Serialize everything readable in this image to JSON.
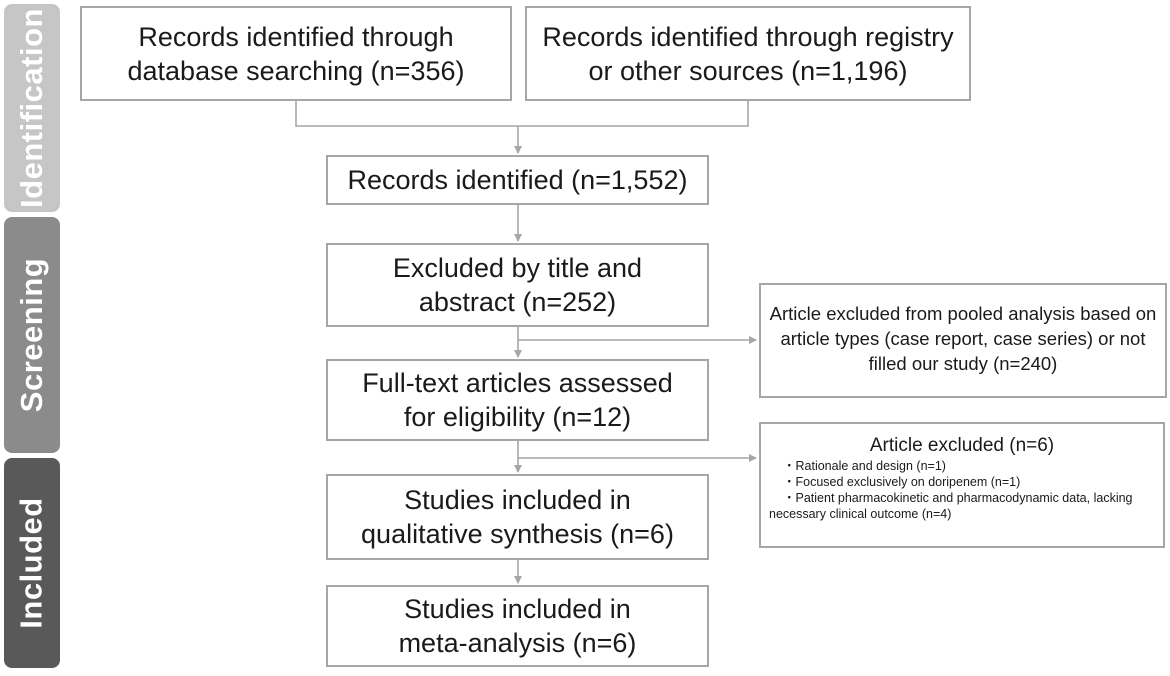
{
  "colors": {
    "identification": "#c6c6c6",
    "screening": "#8b8b8b",
    "included": "#595959",
    "box_border": "#a6a6a6",
    "connector": "#a6a6a6"
  },
  "stages": {
    "identification": "Identification",
    "screening": "Screening",
    "included": "Included"
  },
  "boxes": {
    "database": "Records identified through database searching (n=356)",
    "registry": "Records identified through registry or other sources (n=1,196)",
    "identified": "Records identified (n=1,552)",
    "excluded_title": "Excluded by title and abstract (n=252)",
    "fulltext": "Full-text articles assessed for eligibility (n=12)",
    "qualitative": "Studies included in qualitative synthesis (n=6)",
    "meta": "Studies included in meta-analysis (n=6)"
  },
  "side_boxes": {
    "pooled_excluded": "Article excluded from pooled analysis based on article types (case report, case series) or not filled our study (n=240)",
    "article_excluded": {
      "heading": "Article excluded (n=6)",
      "bullets": [
        "・Rationale and design (n=1)",
        "・Focused exclusively on doripenem (n=1)",
        "・Patient pharmacokinetic and pharmacodynamic data, lacking necessary clinical outcome (n=4)"
      ]
    }
  }
}
